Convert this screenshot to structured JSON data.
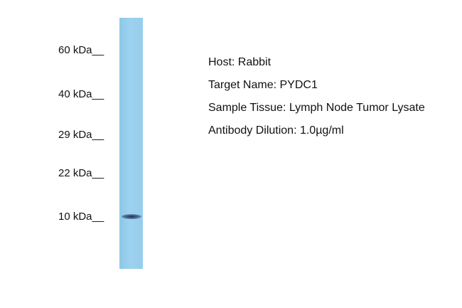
{
  "markers": [
    {
      "label": "60 kDa__"
    },
    {
      "label": "40 kDa__"
    },
    {
      "label": "29 kDa__"
    },
    {
      "label": "22 kDa__"
    },
    {
      "label": "10 kDa__"
    }
  ],
  "blot": {
    "lane_color": "#9cd2ef",
    "band_color": "#1e2f4f"
  },
  "info": {
    "host": "Host: Rabbit",
    "target": "Target Name: PYDC1",
    "tissue": "Sample Tissue: Lymph Node Tumor Lysate",
    "dilution": "Antibody Dilution: 1.0µg/ml"
  }
}
